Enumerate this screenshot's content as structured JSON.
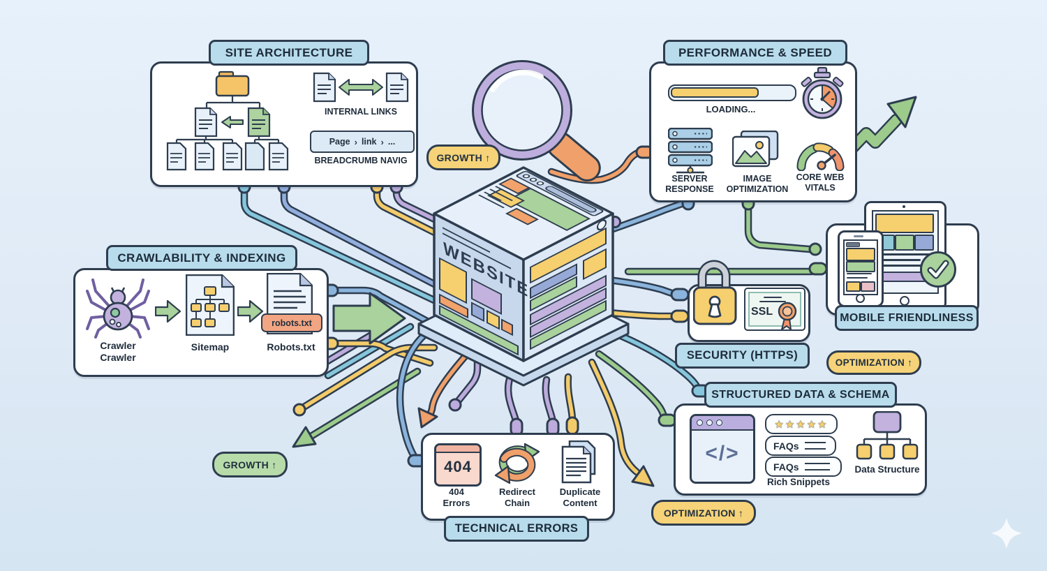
{
  "center": {
    "website_label": "WEBSITE"
  },
  "badges": {
    "growth_top": "GROWTH ↑",
    "growth_bottom": "GROWTH ↑",
    "optimization_right": "OPTIMIZATION ↑",
    "optimization_bottom": "OPTIMIZATION ↑"
  },
  "site_architecture": {
    "title": "SITE ARCHITECTURE",
    "internal_links_label": "INTERNAL LINKS",
    "breadcrumb_label": "BREADCRUMB NAVIG",
    "breadcrumb": {
      "seg1": "Page",
      "seg2": "link",
      "seg3": "..."
    }
  },
  "performance": {
    "title": "PERFORMANCE & SPEED",
    "loading_label": "LOADING...",
    "server_label": "SERVER\nRESPONSE",
    "image_label": "IMAGE\nOPTIMIZATION",
    "vitals_label": "CORE WEB\nVITALS"
  },
  "crawlability": {
    "title": "CRAWLABILITY & INDEXING",
    "crawler_label": "Crawler\nCrawler",
    "sitemap_label": "Sitemap",
    "robots_file": "robots.txt",
    "robots_label": "Robots.txt"
  },
  "mobile": {
    "title": "MOBILE FRIENDLINESS"
  },
  "security": {
    "title": "SECURITY (HTTPS)",
    "ssl_label": "SSL"
  },
  "structured_data": {
    "title": "STRUCTURED DATA & SCHEMA",
    "code_symbol": "</>",
    "stars": "★★★★★",
    "faq1": "FAQs",
    "faq2": "FAQs",
    "rich_snippets_label": "Rich Snippets",
    "data_structure_label": "Data Structure"
  },
  "technical_errors": {
    "title": "TECHNICAL ERRORS",
    "e404_code": "404",
    "e404_label": "404\nErrors",
    "redirect_label": "Redirect\nChain",
    "duplicate_label": "Duplicate\nContent"
  },
  "colors": {
    "outline": "#2e3d4f",
    "badge_blue": "#b8dcec",
    "accent_yellow": "#f6cf6e",
    "accent_green": "#a9d29c",
    "accent_orange": "#f2a26b",
    "accent_purple": "#c3b2de",
    "accent_blue": "#8ab4dc",
    "background": "#dfeaf6"
  }
}
